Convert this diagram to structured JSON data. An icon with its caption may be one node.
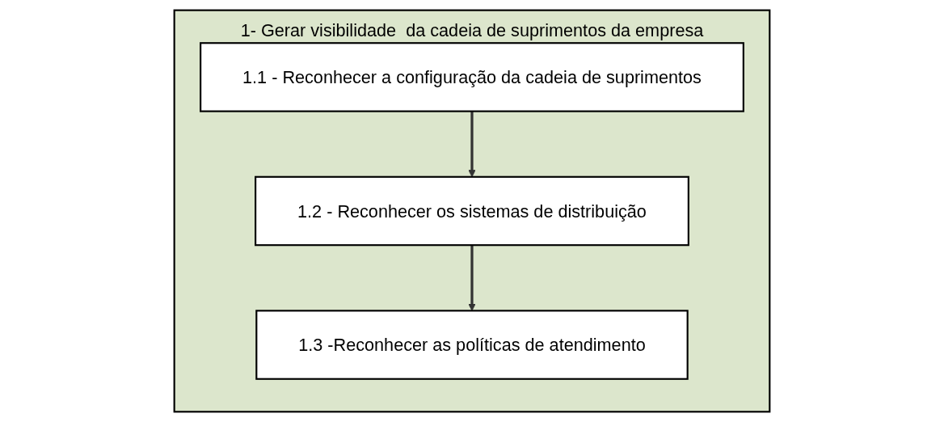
{
  "diagram": {
    "nodes": [
      {
        "text": [
          "1- Gerar visibilidade  da cadeia de suprimentos da empresa"
        ]
      },
      {
        "text": [
          "1.1 - Reconhecer a configuração da cadeia de suprimentos"
        ],
        "in": 0
      },
      {
        "text": [
          "1.2 - Reconhecer os sistemas de distribuição"
        ],
        "in": 0
      },
      {
        "text": [
          "1.3 -Reconhecer as políticas de atendimento"
        ],
        "in": 0
      }
    ],
    "edges": [
      {
        "from": 1,
        "to": 2,
        "arrow": "to"
      },
      {
        "from": 2,
        "to": 3,
        "arrow": "to"
      }
    ]
  }
}
